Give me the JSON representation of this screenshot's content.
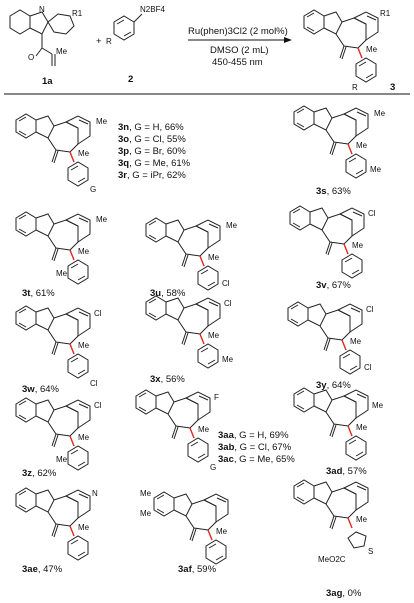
{
  "scheme": {
    "reactant_1": "1a",
    "reactant_2": "2",
    "product": "3",
    "reagent_diazonium": "N2BF4",
    "substituent_r1": "R1",
    "substituent_r": "R",
    "me_label": "Me",
    "catalyst": "Ru(phen)3Cl2 (2 mol%)",
    "solvent": "DMSO (2 mL)",
    "light": "450-455 nm",
    "plus": "+"
  },
  "products": [
    {
      "id": "3n",
      "g": "G = H",
      "yield": "66%"
    },
    {
      "id": "3o",
      "g": "G = Cl",
      "yield": "55%"
    },
    {
      "id": "3p",
      "g": "G = Br",
      "yield": "60%"
    },
    {
      "id": "3q",
      "g": "G = Me",
      "yield": "61%"
    },
    {
      "id": "3r",
      "g": "G = iPr",
      "yield": "62%"
    },
    {
      "id": "3s",
      "yield": "63%"
    },
    {
      "id": "3t",
      "yield": "61%"
    },
    {
      "id": "3u",
      "yield": "58%"
    },
    {
      "id": "3v",
      "yield": "67%"
    },
    {
      "id": "3w",
      "yield": "64%"
    },
    {
      "id": "3x",
      "yield": "56%"
    },
    {
      "id": "3y",
      "yield": "64%"
    },
    {
      "id": "3z",
      "yield": "62%"
    },
    {
      "id": "3aa",
      "g": "G = H",
      "yield": "69%"
    },
    {
      "id": "3ab",
      "g": "G = Cl",
      "yield": "67%"
    },
    {
      "id": "3ac",
      "g": "G = Me",
      "yield": "65%"
    },
    {
      "id": "3ad",
      "yield": "57%"
    },
    {
      "id": "3ae",
      "yield": "47%"
    },
    {
      "id": "3af",
      "yield": "59%"
    },
    {
      "id": "3ag",
      "yield": "0%"
    }
  ],
  "atoms": {
    "N": "N",
    "O": "O",
    "Me": "Me",
    "Cl": "Cl",
    "F": "F",
    "G": "G",
    "S": "S",
    "ester": "MeO2C"
  }
}
